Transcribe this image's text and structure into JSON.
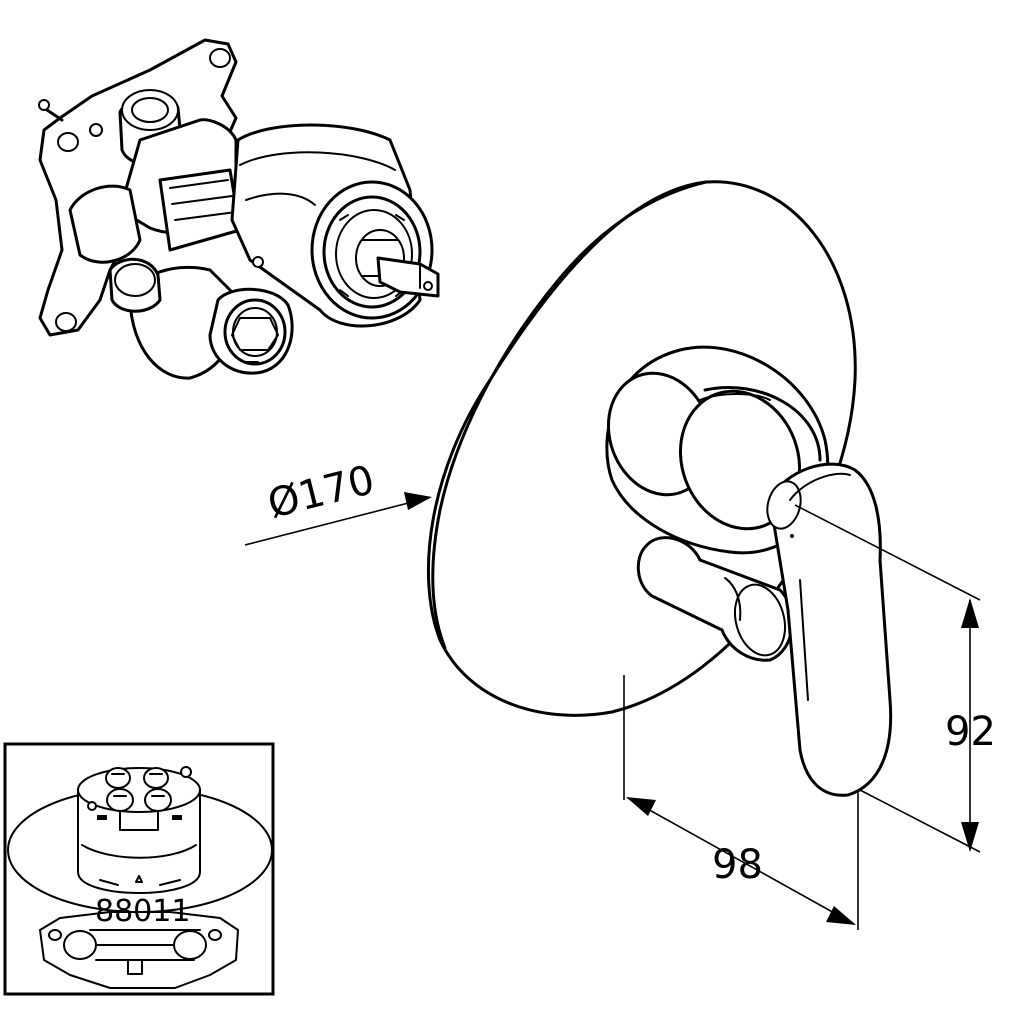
{
  "dimensions": {
    "diameter": "Ø170",
    "width": "98",
    "height": "92"
  },
  "inset": {
    "part_number": "88011"
  }
}
